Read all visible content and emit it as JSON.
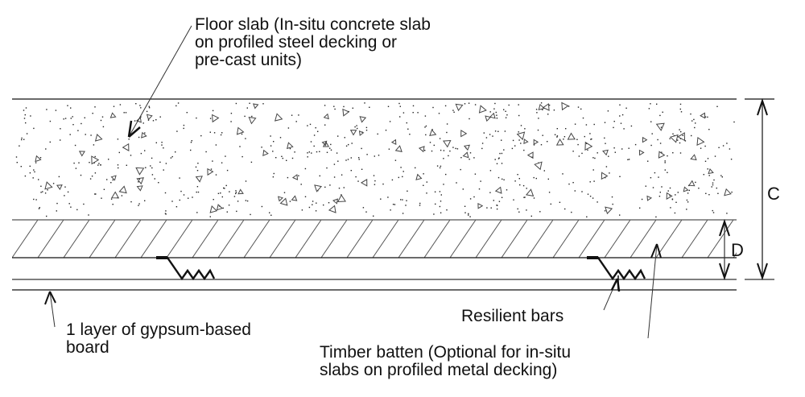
{
  "diagram": {
    "type": "section detail",
    "labels": {
      "floor_slab": "Floor slab (In-situ concrete slab\non profiled steel decking or\npre-cast units)",
      "gypsum_board": "1 layer of gypsum-based\nboard",
      "resilient_bars": "Resilient bars",
      "timber_batten": "Timber batten (Optional for in-situ\nslabs on profiled metal decking)"
    },
    "dimensions": {
      "overall": "C",
      "batten_and_bar": "D"
    },
    "layers": [
      {
        "name": "Floor slab",
        "pattern": "concrete-stipple"
      },
      {
        "name": "Timber batten",
        "pattern": "diagonal-hatch"
      },
      {
        "name": "Resilient bars",
        "pattern": "zigzag-profile"
      },
      {
        "name": "Gypsum-based board",
        "pattern": "plain"
      }
    ],
    "colors": {
      "line": "#111111",
      "hatch": "#555555",
      "background": "#ffffff"
    }
  }
}
